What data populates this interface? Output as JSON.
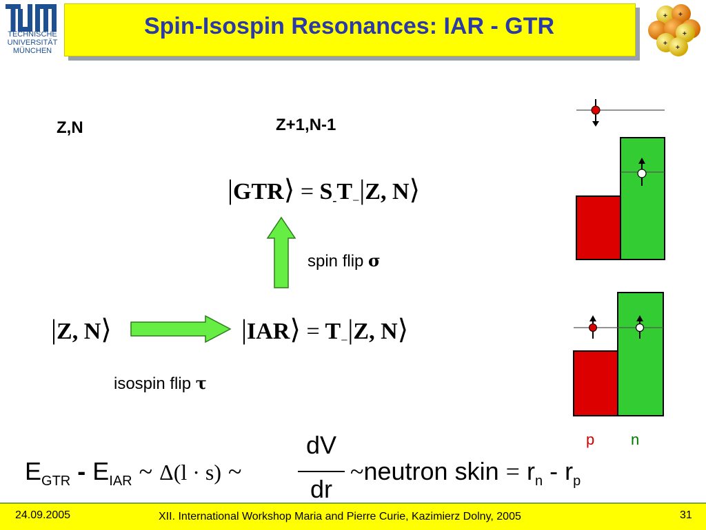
{
  "logo": {
    "mark": "TUM",
    "name_lines": [
      "TECHNISCHE",
      "UNIVERSITÄT",
      "MÜNCHEN"
    ]
  },
  "title": "Spin-Isospin Resonances:   IAR - GTR",
  "labels": {
    "ZN": "Z,N",
    "Z1N1": "Z+1,N-1",
    "spin_flip": "spin flip",
    "spin_symbol": "σ",
    "isospin_flip": "isospin flip",
    "isospin_symbol": "τ",
    "p": "p",
    "n": "n"
  },
  "equations": {
    "gtr_lhs": "GTR",
    "gtr_eq": "=",
    "gtr_S": "S",
    "gtr_S_sub": "-",
    "gtr_T": "T",
    "gtr_T_sub": "−",
    "gtr_ket": "Z, N",
    "zn_ket": "Z, N",
    "iar_lhs": "IAR",
    "iar_eq": "=",
    "iar_T": "T",
    "iar_T_sub": "−",
    "iar_ket": "Z, N"
  },
  "formula": {
    "E1": "E",
    "E1_sub": "GTR",
    "minus": "-",
    "E2": "E",
    "E2_sub": "IAR",
    "tilde1": "~",
    "delta": "Δ(l · s)",
    "tilde2": "~",
    "num": "dV",
    "den": "dr",
    "tilde3": "~",
    "skin": "neutron skin",
    "eq": "=",
    "rn": "r",
    "rn_sub": "n",
    "minus2": "-",
    "rp": "r",
    "rp_sub": "p"
  },
  "footer": {
    "date": "24.09.2005",
    "conference": "XII. International Workshop Maria and Pierre Curie, Kazimierz Dolny, 2005",
    "page": "31"
  },
  "colors": {
    "title_bg": "#ffff00",
    "title_text": "#2b3aa6",
    "proton": "#dd0000",
    "neutron": "#33cc33",
    "arrow_green": "#66ee44",
    "p_label": "#cc0000",
    "n_label": "#007700"
  }
}
